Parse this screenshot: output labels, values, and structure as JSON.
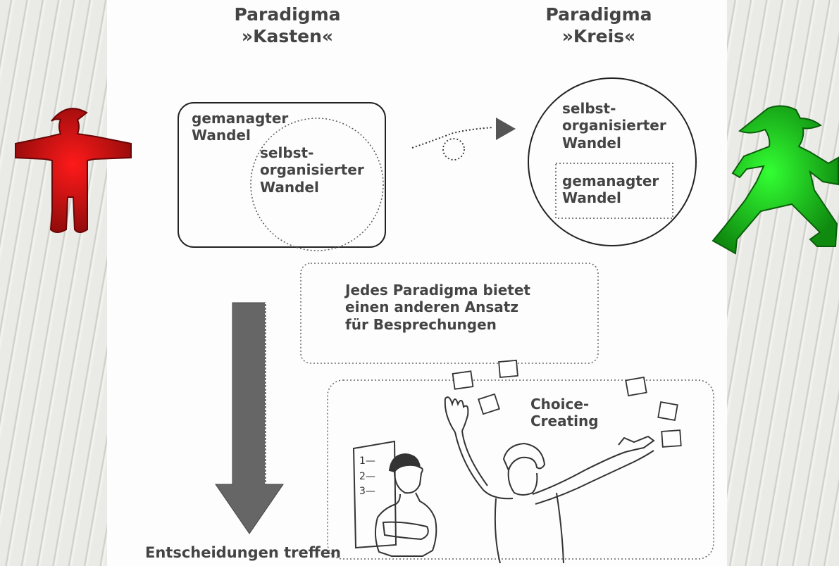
{
  "heading_left": "Paradigma\n»Kasten«",
  "heading_right": "Paradigma\n»Kreis«",
  "box": {
    "managed": "gemanagter\nWandel",
    "self_organized": "selbst-\norganisierter\nWandel"
  },
  "circle": {
    "self_organized": "selbst-\norganisierter\nWandel",
    "managed": "gemanagter\nWandel"
  },
  "note": "Jedes Paradigma bietet\neinen anderen Ansatz\nfür Besprechungen",
  "choice": "Choice-\nCreating",
  "flipchart": [
    "1—",
    "2—",
    "3—"
  ],
  "bottom": "Entscheidungen treffen",
  "colors": {
    "stop": "#c01010",
    "go": "#1fb81f",
    "arrow": "#666666",
    "text": "#444444"
  },
  "icons": [
    "stop-man-icon",
    "go-man-icon",
    "down-arrow-icon",
    "dotted-arrow-icon"
  ]
}
